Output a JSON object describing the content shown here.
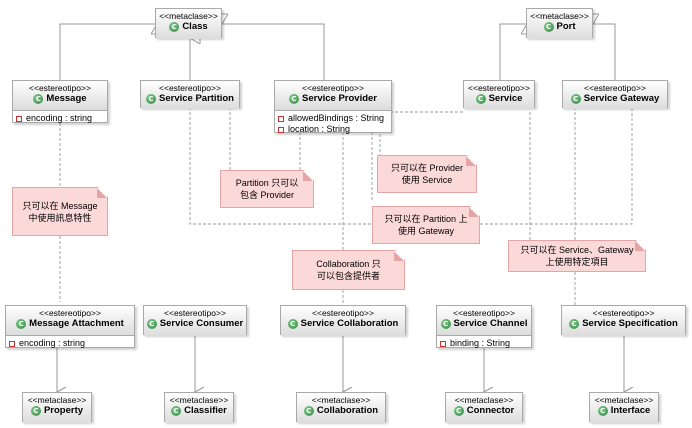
{
  "metaclasses": {
    "stereotype": "<<metaclase>>",
    "class": "Class",
    "port": "Port",
    "property": "Property",
    "classifier": "Classifier",
    "collaboration": "Collaboration",
    "connector": "Connector",
    "interface": "Interface"
  },
  "stereotypes": {
    "label": "<<estereotipo>>",
    "message": {
      "name": "Message",
      "attrs": [
        "encoding : string"
      ]
    },
    "service_partition": {
      "name": "Service Partition"
    },
    "service_provider": {
      "name": "Service Provider",
      "attrs": [
        "allowedBindings : String",
        "location : String"
      ]
    },
    "service": {
      "name": "Service"
    },
    "service_gateway": {
      "name": "Service Gateway"
    },
    "message_attachment": {
      "name": "Message Attachment",
      "attrs": [
        "encoding : string"
      ]
    },
    "service_consumer": {
      "name": "Service Consumer"
    },
    "service_collaboration": {
      "name": "Service Collaboration"
    },
    "service_channel": {
      "name": "Service Channel",
      "attrs": [
        "binding : String"
      ]
    },
    "service_specification": {
      "name": "Service Specification"
    }
  },
  "notes": {
    "message_note": "只可以在 Message\n中使用訊息特性",
    "partition_note": "Partition 只可以\n包含 Provider",
    "provider_note": "只可以在 Provider\n使用 Service",
    "gateway_note": "只可以在 Partition 上\n使用 Gateway",
    "collab_note": "Collaboration 只\n可以包含提供者",
    "service_gateway_note": "只可以在 Service、Gateway\n上使用特定項目"
  },
  "icons": {
    "class_icon": "C",
    "attribute_icon": "attribute-icon"
  },
  "colors": {
    "note_fill": "#fcd9d9",
    "note_border": "#e6a5a5",
    "icon_green": "#2e8b3e",
    "attr_red": "#d03030"
  }
}
